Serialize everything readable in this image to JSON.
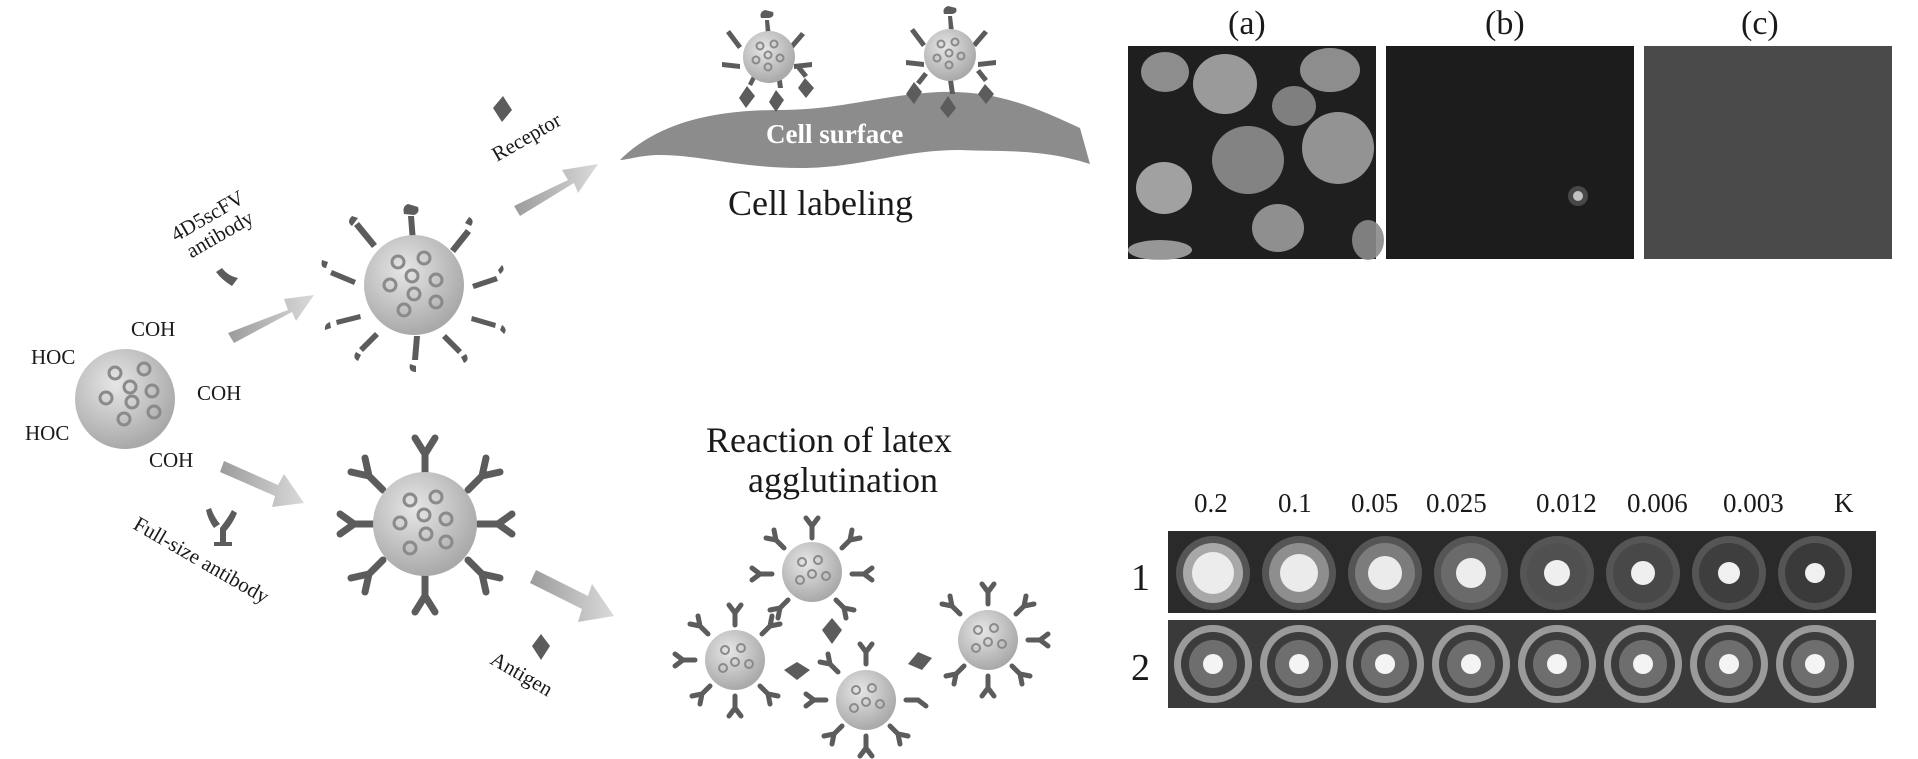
{
  "scheme": {
    "groups": [
      "COH",
      "HOC",
      "COH",
      "HOC",
      "COH"
    ],
    "scfv_label": "4D5scFV\nantibody",
    "full_label": "Full-size antibody",
    "receptor_label": "Receptor",
    "antigen_label": "Antigen",
    "cell_surface_label": "Cell surface",
    "cell_labeling_title": "Cell labeling",
    "agglutination_title_l1": "Reaction of latex",
    "agglutination_title_l2": "agglutination"
  },
  "micrographs": {
    "panels": [
      "(a)",
      "(b)",
      "(c)"
    ]
  },
  "plate": {
    "concentrations": [
      "0.2",
      "0.1",
      "0.05",
      "0.025",
      "0.012",
      "0.006",
      "0.003",
      "K"
    ],
    "rows": [
      "1",
      "2"
    ]
  },
  "colors": {
    "bead": "#c4c4c4",
    "antibody": "#5c5c5c",
    "arrow": "#b0b0b0",
    "cell_surface": "#8c8c8c"
  }
}
